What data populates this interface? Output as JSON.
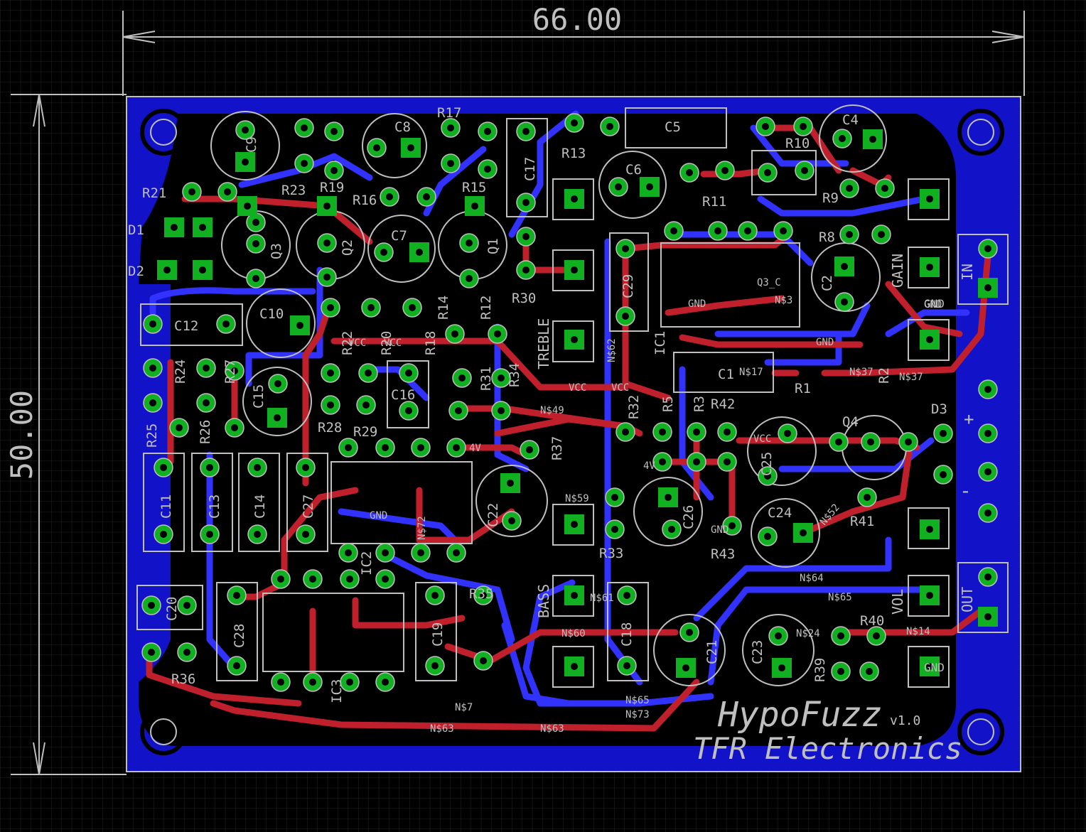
{
  "dimensions": {
    "width_label": "66.00",
    "height_label": "50.00"
  },
  "branding": {
    "product": "HypoFuzz",
    "version": "v1.0",
    "company": "TFR Electronics"
  },
  "connector_labels": {
    "in": "IN",
    "out": "OUT",
    "gain": "GAIN",
    "vol": "VOL",
    "treble": "TREBLE",
    "bass": "BASS",
    "gnd": "GND",
    "plus": "+",
    "minus": "-"
  },
  "components": [
    {
      "ref": "C9"
    },
    {
      "ref": "C8"
    },
    {
      "ref": "R17"
    },
    {
      "ref": "C4"
    },
    {
      "ref": "C5"
    },
    {
      "ref": "R13"
    },
    {
      "ref": "R10"
    },
    {
      "ref": "C6"
    },
    {
      "ref": "R21"
    },
    {
      "ref": "R23"
    },
    {
      "ref": "R19"
    },
    {
      "ref": "R16"
    },
    {
      "ref": "R15"
    },
    {
      "ref": "R11"
    },
    {
      "ref": "R9"
    },
    {
      "ref": "R8"
    },
    {
      "ref": "D1"
    },
    {
      "ref": "D2"
    },
    {
      "ref": "Q3"
    },
    {
      "ref": "Q2"
    },
    {
      "ref": "C7"
    },
    {
      "ref": "Q1"
    },
    {
      "ref": "C17"
    },
    {
      "ref": "C29"
    },
    {
      "ref": "C2"
    },
    {
      "ref": "R14"
    },
    {
      "ref": "R12"
    },
    {
      "ref": "R30"
    },
    {
      "ref": "C10"
    },
    {
      "ref": "C12"
    },
    {
      "ref": "R22"
    },
    {
      "ref": "R20"
    },
    {
      "ref": "R18"
    },
    {
      "ref": "IC1"
    },
    {
      "ref": "C1"
    },
    {
      "ref": "R1"
    },
    {
      "ref": "R2"
    },
    {
      "ref": "R24"
    },
    {
      "ref": "R27"
    },
    {
      "ref": "C15"
    },
    {
      "ref": "C16"
    },
    {
      "ref": "R31"
    },
    {
      "ref": "R34"
    },
    {
      "ref": "R32"
    },
    {
      "ref": "R5"
    },
    {
      "ref": "R3"
    },
    {
      "ref": "R42"
    },
    {
      "ref": "C25"
    },
    {
      "ref": "Q4"
    },
    {
      "ref": "D3"
    },
    {
      "ref": "R25"
    },
    {
      "ref": "R26"
    },
    {
      "ref": "R28"
    },
    {
      "ref": "R29"
    },
    {
      "ref": "R37"
    },
    {
      "ref": "C11"
    },
    {
      "ref": "C13"
    },
    {
      "ref": "C14"
    },
    {
      "ref": "C27"
    },
    {
      "ref": "C22"
    },
    {
      "ref": "C26"
    },
    {
      "ref": "R41"
    },
    {
      "ref": "C24"
    },
    {
      "ref": "R33"
    },
    {
      "ref": "R43"
    },
    {
      "ref": "IC2"
    },
    {
      "ref": "C20"
    },
    {
      "ref": "C28"
    },
    {
      "ref": "R36"
    },
    {
      "ref": "C19"
    },
    {
      "ref": "R35"
    },
    {
      "ref": "C18"
    },
    {
      "ref": "C21"
    },
    {
      "ref": "C23"
    },
    {
      "ref": "R40"
    },
    {
      "ref": "R39"
    },
    {
      "ref": "IC3"
    }
  ],
  "net_labels": [
    {
      "text": "GND"
    },
    {
      "text": "GND"
    },
    {
      "text": "GND"
    },
    {
      "text": "GND"
    },
    {
      "text": "GND"
    },
    {
      "text": "VCC"
    },
    {
      "text": "VCC"
    },
    {
      "text": "VCC"
    },
    {
      "text": "VCC"
    },
    {
      "text": "VCC"
    },
    {
      "text": "4V"
    },
    {
      "text": "4V"
    },
    {
      "text": "N$3"
    },
    {
      "text": "N$37"
    },
    {
      "text": "N$37"
    },
    {
      "text": "N$17"
    },
    {
      "text": "N$49"
    },
    {
      "text": "N$59"
    },
    {
      "text": "N$62"
    },
    {
      "text": "N$63"
    },
    {
      "text": "N$63"
    },
    {
      "text": "N$64"
    },
    {
      "text": "N$65"
    },
    {
      "text": "N$65"
    },
    {
      "text": "N$14"
    },
    {
      "text": "N$24"
    },
    {
      "text": "N$60"
    },
    {
      "text": "N$61"
    },
    {
      "text": "N$73"
    },
    {
      "text": "N$72"
    },
    {
      "text": "N$7"
    },
    {
      "text": "N$52"
    },
    {
      "text": "Q3_C"
    }
  ],
  "colors": {
    "board": "#1212c8",
    "bottom_copper": "#2222ff",
    "top_copper": "#c0202c",
    "pad": "#10b020",
    "silk": "#bfbfbf",
    "grid": "#1c1c1c"
  }
}
